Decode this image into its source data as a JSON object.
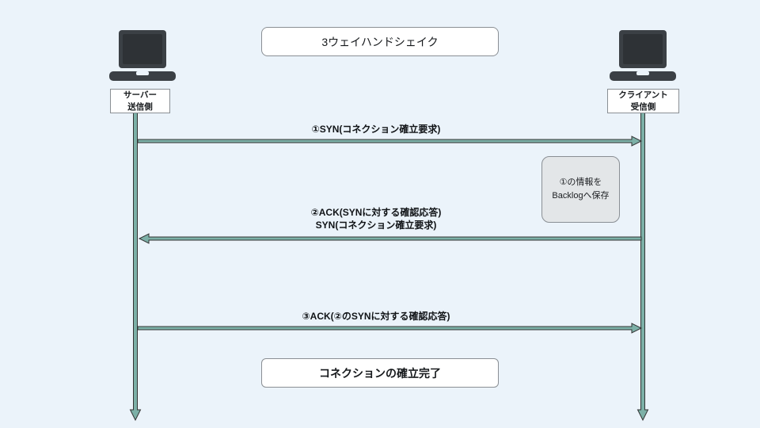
{
  "title": "3ウェイハンドシェイク",
  "server": {
    "line1": "サーバー",
    "line2": "送信側"
  },
  "client": {
    "line1": "クライアント",
    "line2": "受信側"
  },
  "messages": {
    "m1": "①SYN(コネクション確立要求)",
    "m2a": "②ACK(SYNに対する確認応答)",
    "m2b": "SYN(コネクション確立要求)",
    "m3": "③ACK(②のSYNに対する確認応答)"
  },
  "note": {
    "line1": "①の情報を",
    "line2": "Backlogへ保存"
  },
  "footer": "コネクションの確立完了",
  "colors": {
    "background": "#ebf3fa",
    "arrow_fill": "#7cb0a7",
    "arrow_stroke": "#333333",
    "laptop": "#3b4045"
  }
}
